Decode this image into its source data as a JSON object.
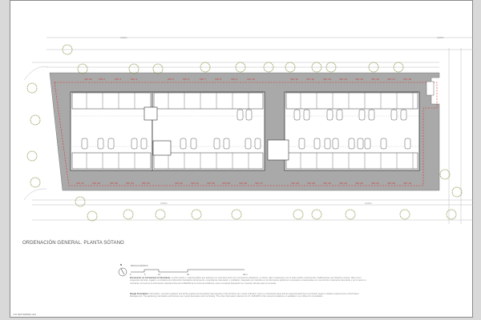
{
  "sheet": {
    "title": "ORDENACIÓN GENERAL. PLANTA SÓTANO",
    "date": "V.06 SEPTIEMBRE 2024",
    "north_label": "N",
    "scale": {
      "label": "ESCALA GRÁFICA",
      "ticks": [
        "0",
        "5",
        "10",
        "20",
        "40 m"
      ]
    },
    "notes": [
      {
        "heading": "Documento no Contractual ni Vinculante.",
        "text": "La información y material gráfico que aparecen en este documento son meramente indicativos, no tienen valor contractual y por lo tanto podrán experimentar modificaciones por distintos motivos, tales como exigencias técnicas, legales o a iniciativa de la Dirección Facultativa del proyecto. La jardinería, decoración y mobiliario, integrados y/o incluidos en la información gráfica son meramente ornamentales con una función meramente decorativa y por lo tanto no vinculante. El resto de la información referida al Decreto 218/2005 de la Junta de Andalucía, está a completa disposición en nuestras oficinas para su consulta."
      },
      {
        "heading": "Rough Translation:",
        "text": "Information, computer graphics and all the graphic documentation that appears in this brochure are merely indicative, have no contractual value and are approximated due to technical, legal or initiative requirements of the Project Management. The gardening, decoration and furniture are merely decorative and not binding. The other information referred to in D. 218/2005 of the Junta de Andalucía, is available in our offices for consultation."
      }
    ]
  },
  "plan": {
    "units_top": [
      "VIV. 01",
      "VIV. 2",
      "VIV. 3",
      "VIV. 4",
      "VIV. 5",
      "VIV. 6",
      "VIV. 7",
      "VIV. 8",
      "VIV. 9",
      "VIV. 10",
      "VIV. 11",
      "VIV. 12",
      "VIV. 13",
      "VIV. 14",
      "VIV. 15",
      "VIV. 16",
      "VIV. 17",
      "VIV. 18"
    ],
    "units_bottom": [
      "VIV. 37",
      "VIV. 36",
      "VIV. 35",
      "VIV. 34",
      "VIV. 33",
      "VIV. 32",
      "VIV. 31",
      "VIV. 30",
      "VIV. 29",
      "VIV. 28",
      "VIV. 27",
      "VIV. 26",
      "VIV. 25",
      "VIV. 24",
      "VIV. 23",
      "VIV. 22",
      "VIV. 21",
      "VIV. 20",
      "VIV. 19"
    ],
    "street_label": "ACERA",
    "colors": {
      "basement": "#a9a9a9",
      "boundary": "#e03030",
      "label": "#d03030",
      "tree": "#8a9a50",
      "wall": "#333333"
    }
  }
}
